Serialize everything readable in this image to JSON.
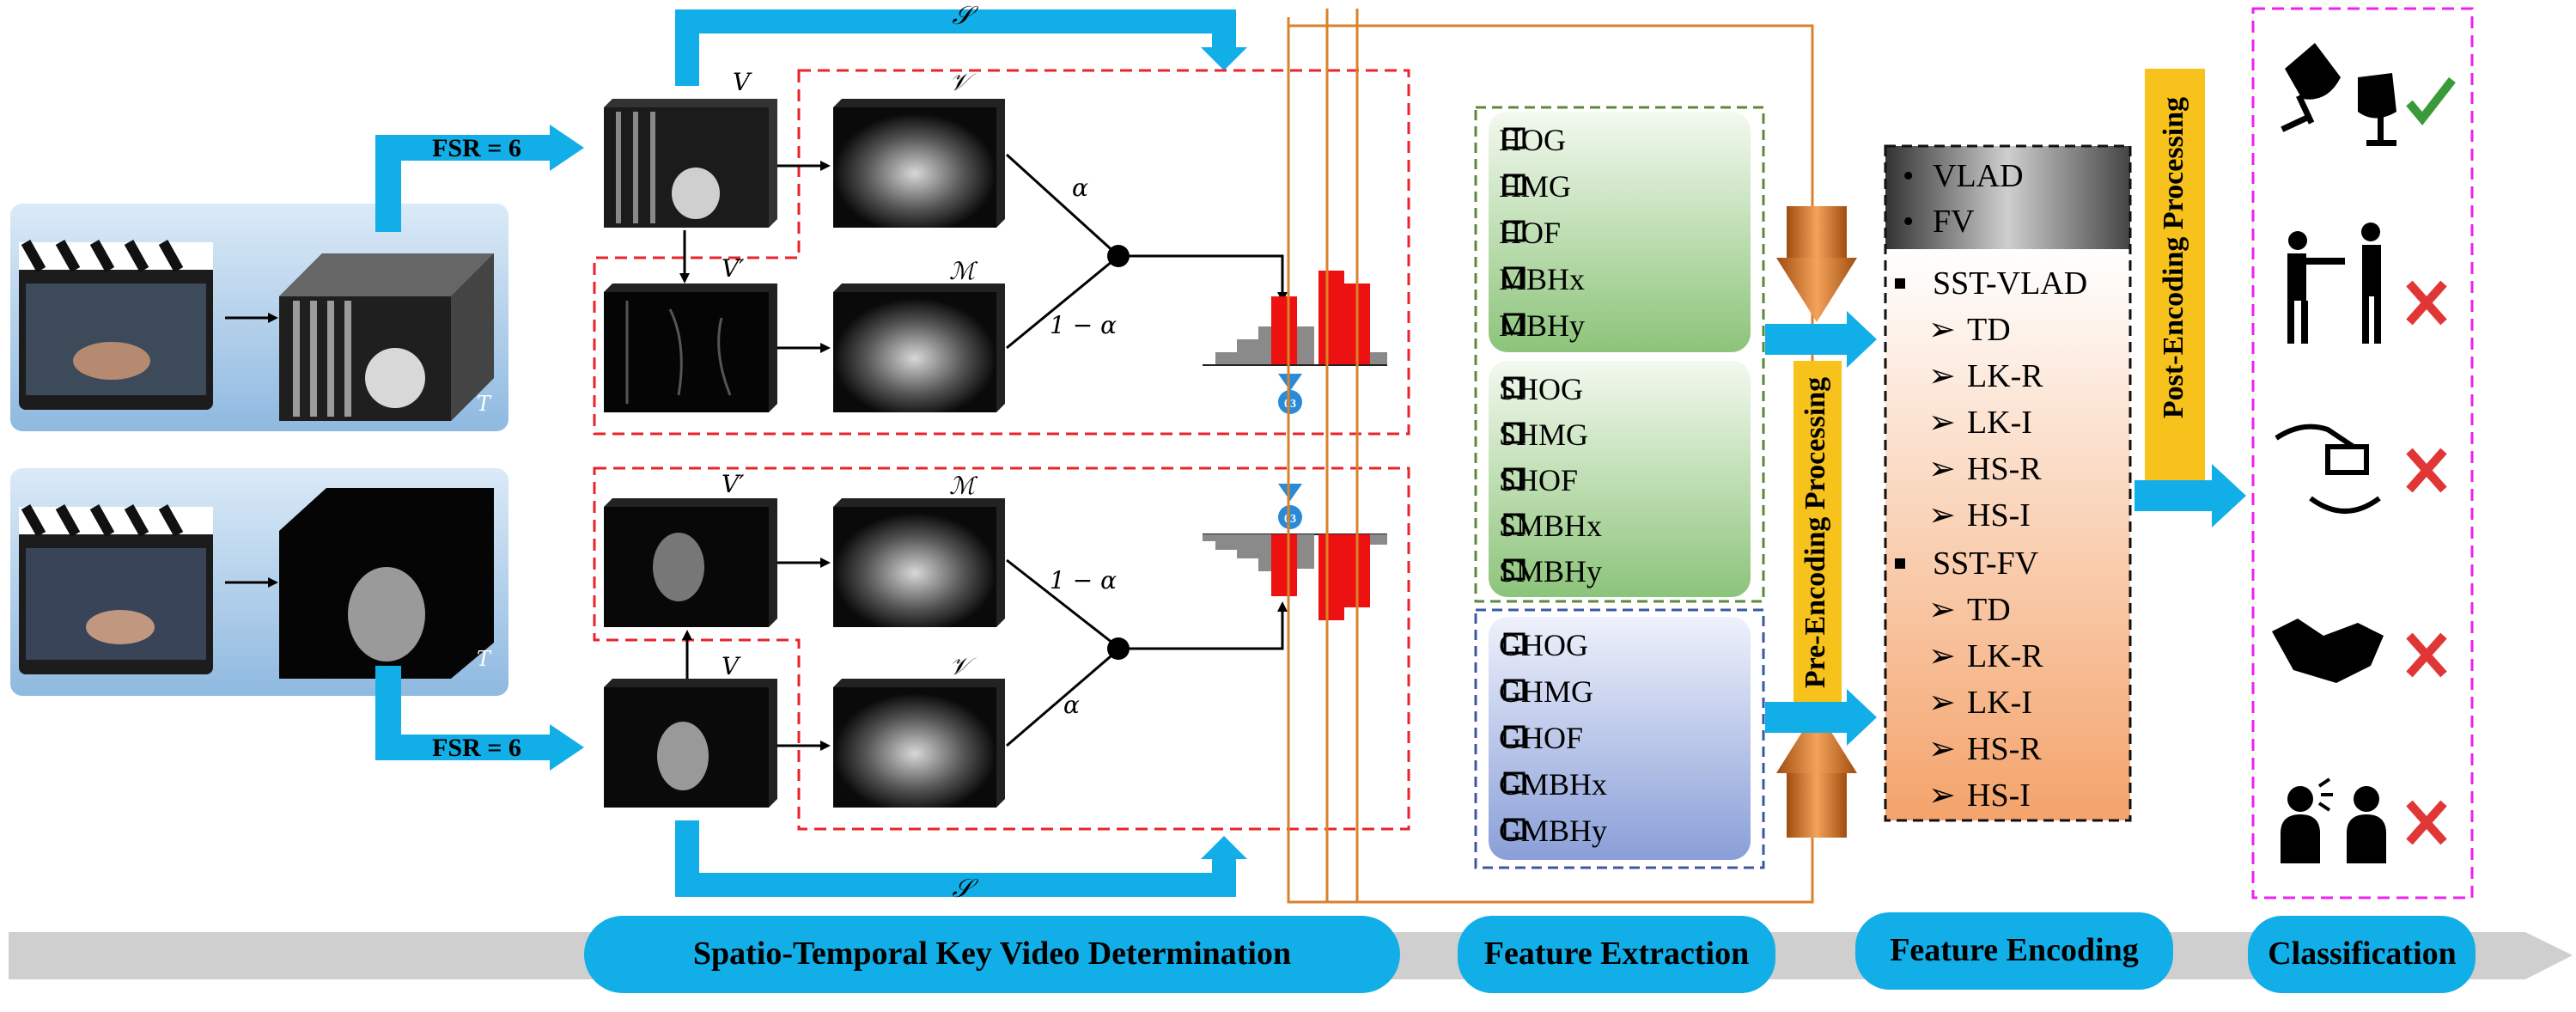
{
  "pipeline": {
    "stages": [
      "Spatio-Temporal Key Video Determination",
      "Feature Extraction",
      "Feature Encoding",
      "Classification"
    ]
  },
  "arrows": {
    "fsr_top": "FSR = 6",
    "fsr_bottom": "FSR = 6"
  },
  "symbols": {
    "S": "𝒮",
    "V_cal": "𝒱",
    "M_cal": "ℳ",
    "V": "V",
    "V_prime": "V′",
    "alpha": "α",
    "one_minus_alpha": "1 − α",
    "T": "T"
  },
  "features": {
    "group1": [
      "HOG",
      "HMG",
      "HOF",
      "MBHx",
      "MBHy"
    ],
    "group2": [
      "SHOG",
      "SHMG",
      "SHOF",
      "SMBHx",
      "SMBHy"
    ],
    "group3": [
      "GHOG",
      "GHMG",
      "GHOF",
      "GMBHx",
      "GMBHy"
    ]
  },
  "processing": {
    "pre": "Pre-Encoding Processing",
    "post": "Post-Encoding Processing"
  },
  "encoding": {
    "basic": [
      "VLAD",
      "FV"
    ],
    "sst_vlad": {
      "title": "SST-VLAD",
      "items": [
        "TD",
        "LK-R",
        "LK-I",
        "HS-R",
        "HS-I"
      ]
    },
    "sst_fv": {
      "title": "SST-FV",
      "items": [
        "TD",
        "LK-R",
        "LK-I",
        "HS-R",
        "HS-I"
      ]
    }
  },
  "medal_label": "03",
  "colors": {
    "blue": "#12aee8",
    "red_dash": "#e8232a",
    "orange": "#d9822b",
    "green": "#8bc27a",
    "purple_blue": "#8a9fd8",
    "magenta": "#ee22ee",
    "pink_check": "#e13636"
  }
}
